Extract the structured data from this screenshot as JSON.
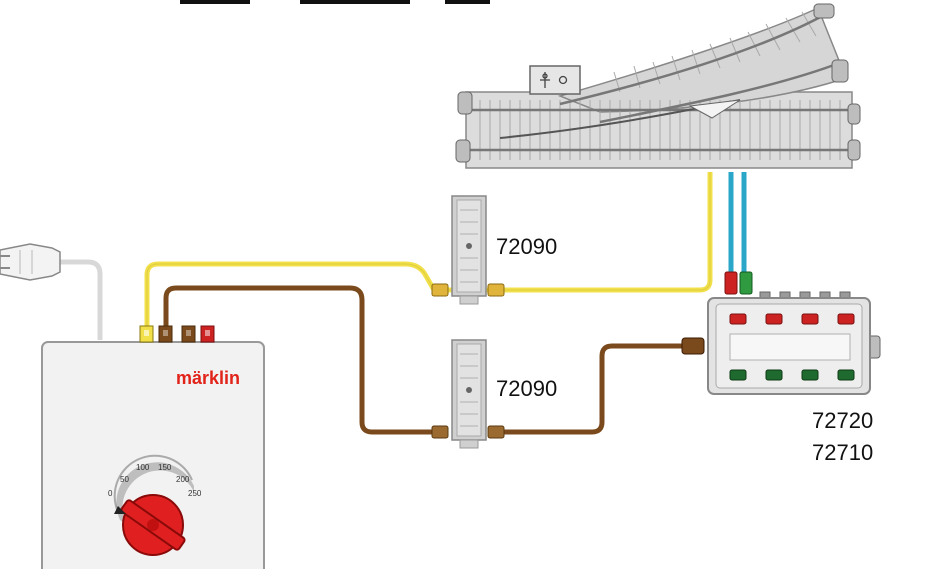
{
  "components": {
    "transformer": {
      "brand": "märklin",
      "dial_scale": [
        "0",
        "50",
        "100",
        "150",
        "200",
        "250"
      ]
    },
    "decoupler_top": {
      "label": "72090"
    },
    "decoupler_bottom": {
      "label": "72090"
    },
    "control_box": {
      "label_line1": "72720",
      "label_line2": "72710"
    }
  },
  "colors": {
    "wire_yellow": "#f1e04a",
    "wire_brown": "#7a4a1c",
    "wire_blue": "#2aa7c8",
    "wire_green": "#2e8b3c",
    "connector_red": "#cc2222",
    "connector_green": "#2f9a3f",
    "dial_red": "#e02020",
    "track_gray": "#d9d9d9"
  }
}
